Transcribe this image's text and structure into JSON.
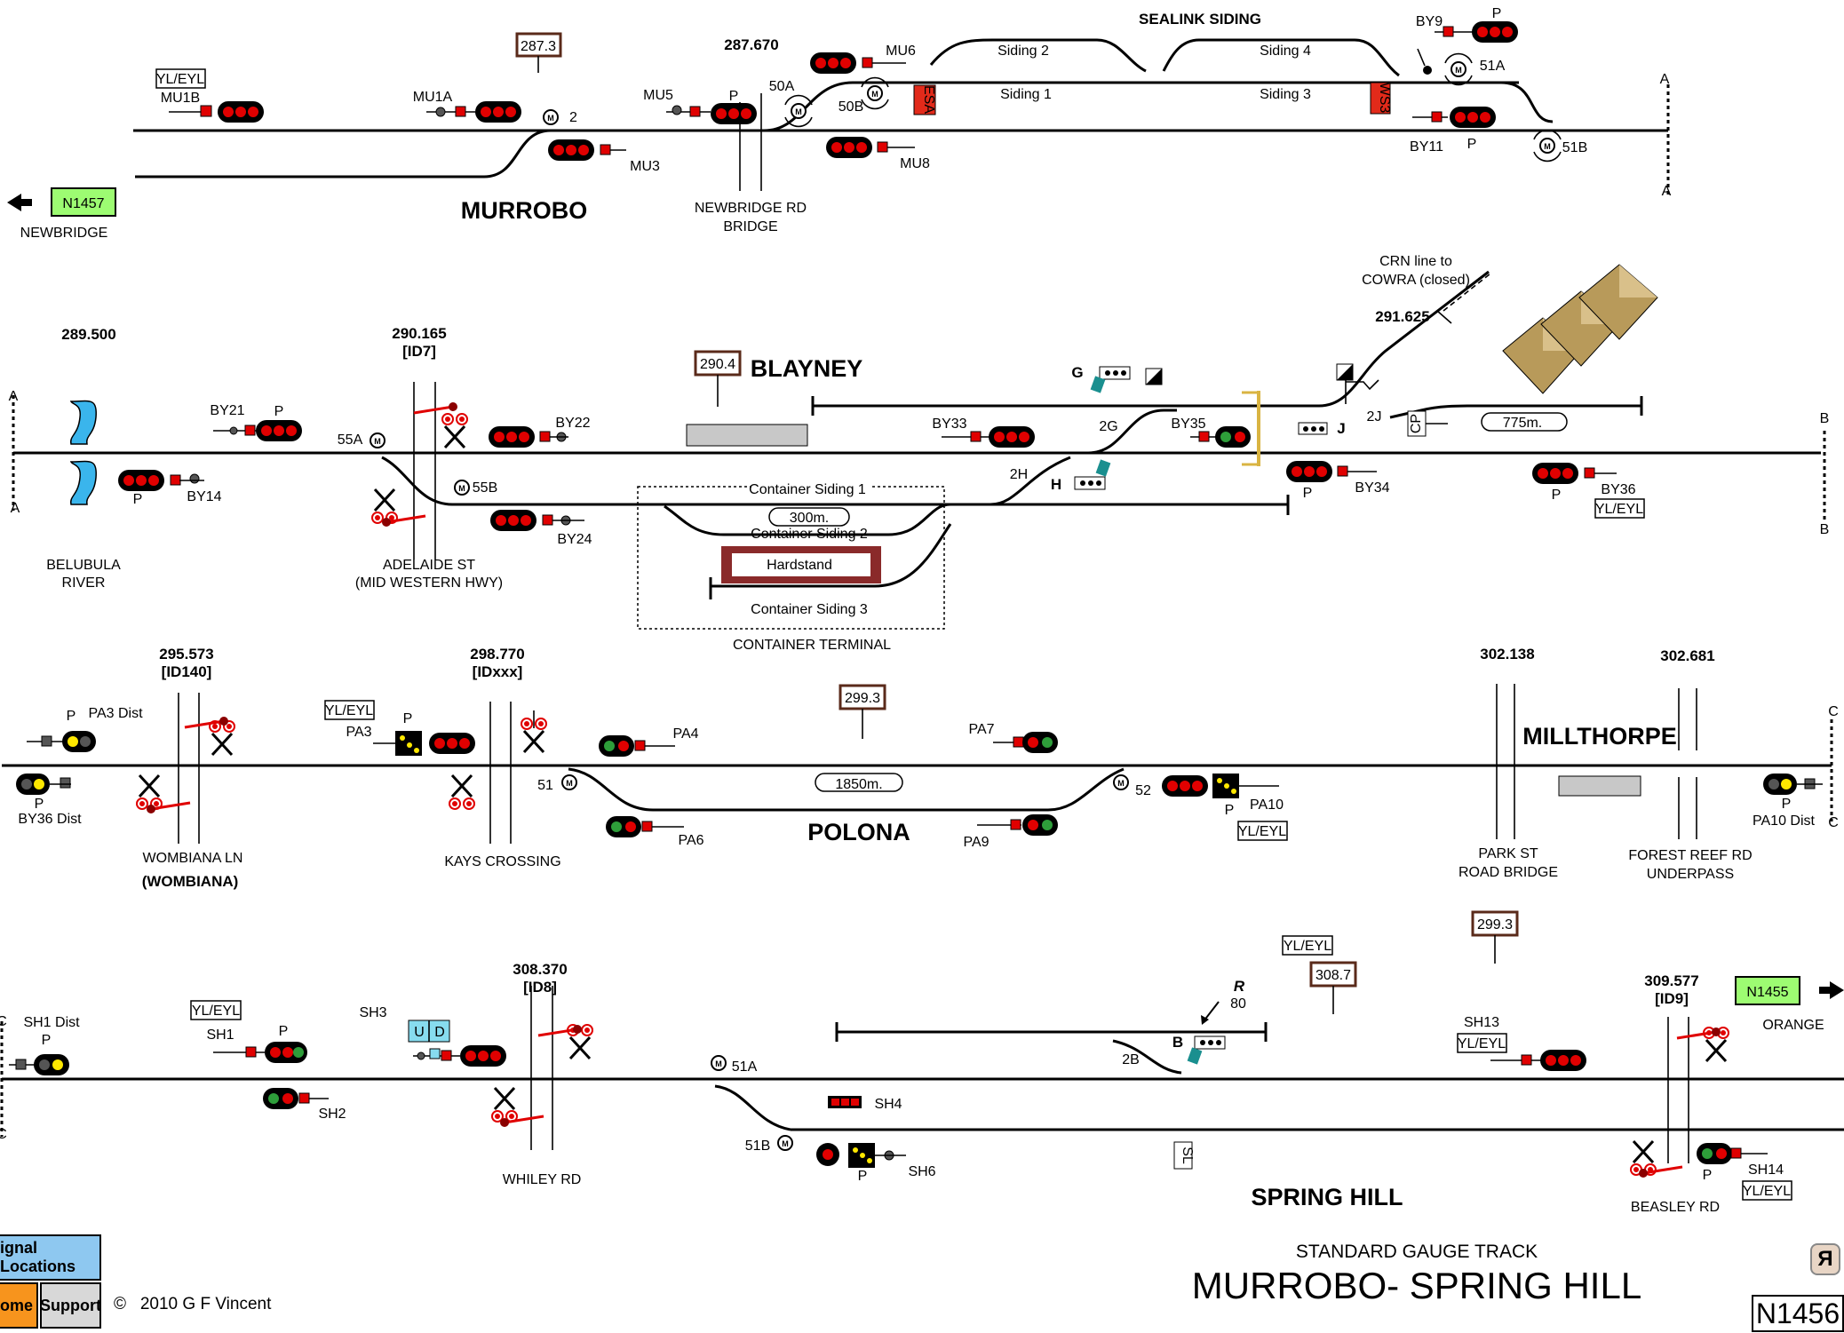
{
  "title": {
    "sub": "STANDARD GAUGE TRACK",
    "main": "MURROBO- SPRING HILL"
  },
  "copyright": "2010 G F Vincent",
  "copyright_symbol": "©",
  "nav": {
    "signal_locations": "ignal Locations",
    "home": "ome",
    "support": "Support",
    "next_sheet": "N1456",
    "reverse_icon": "Я"
  },
  "colors": {
    "signal_red": "#e00000",
    "signal_green": "#2e9e3a",
    "signal_yellow": "#ffe800",
    "river": "#3ab5ec",
    "sheet_green": "#9dfc72",
    "platform": "#c8c8c8",
    "hardstand": "#8a2a2a",
    "building": "#b89a5a",
    "ud_box": "#87dcef",
    "sign_red": "#e22a1a"
  },
  "section1": {
    "station": "MURROBO",
    "km_287_3": "287.3",
    "km_287_670": "287.670",
    "siding_title": "SEALINK SIDING",
    "sidings": {
      "s1": "Siding 1",
      "s2": "Siding 2",
      "s3": "Siding 3",
      "s4": "Siding 4"
    },
    "bridge": {
      "l1": "NEWBRIDGE RD",
      "l2": "BRIDGE"
    },
    "prev_sheet": "N1457",
    "prev_town": "NEWBRIDGE",
    "mu1b_tag": "YL/EYL",
    "end_mark": "A",
    "labels": {
      "mu1b": "MU1B",
      "mu1a": "MU1A",
      "mu5": "MU5",
      "mu6": "MU6",
      "mu3": "MU3",
      "mu8": "MU8",
      "p": "P",
      "m2": "2",
      "p50a": "50A",
      "p50b": "50B",
      "by9": "BY9",
      "p51a": "51A",
      "p51b": "51B",
      "by11": "BY11",
      "esa": "ESA",
      "ws3": "WS3"
    }
  },
  "section2": {
    "station": "BLAYNEY",
    "km_289_500": "289.500",
    "km_290_165": "290.165",
    "id7": "[ID7]",
    "km_290_4": "290.4",
    "km_291_625": "291.625",
    "crn1": "CRN line to",
    "crn2": "COWRA (closed)",
    "river": {
      "l1": "BELUBULA",
      "l2": "RIVER"
    },
    "adelaide": {
      "l1": "ADELAIDE ST",
      "l2": "(MID WESTERN HWY)"
    },
    "container": {
      "c1": "Container Siding 1",
      "c2": "Container Siding 2",
      "c3": "Container Siding 3",
      "hardstand": "Hardstand",
      "len300": "300m.",
      "terminal": "CONTAINER TERMINAL"
    },
    "len775": "775m.",
    "cp": "CP",
    "a": "A",
    "b": "B",
    "labels": {
      "by21": "BY21",
      "by14": "BY14",
      "by22": "BY22",
      "by24": "BY24",
      "by33": "BY33",
      "by35": "BY35",
      "by34": "BY34",
      "by36": "BY36",
      "by36_tag": "YL/EYL",
      "p55a": "55A",
      "p55b": "55B",
      "g": "G",
      "h": "H",
      "j": "J",
      "p2g": "2G",
      "p2h": "2H",
      "p2j": "2J",
      "p": "P"
    }
  },
  "section3": {
    "station_polona": "POLONA",
    "station_millthorpe": "MILLTHORPE",
    "km_295_573": "295.573",
    "id140": "[ID140]",
    "km_298_770": "298.770",
    "idxxx": "[IDxxx]",
    "km_299_3": "299.3",
    "km_302_138": "302.138",
    "km_302_681": "302.681",
    "len1850": "1850m.",
    "wombiana": {
      "l1": "WOMBIANA LN",
      "l2": "(WOMBIANA)"
    },
    "kays": "KAYS CROSSING",
    "park": {
      "l1": "PARK ST",
      "l2": "ROAD BRIDGE"
    },
    "forest": {
      "l1": "FOREST REEF RD",
      "l2": "UNDERPASS"
    },
    "c": "C",
    "labels": {
      "pa3dist": "PA3 Dist",
      "by36dist": "BY36 Dist",
      "pa3": "PA3",
      "pa3_tag": "YL/EYL",
      "pa4": "PA4",
      "pa6": "PA6",
      "pa7": "PA7",
      "pa9": "PA9",
      "pa10": "PA10",
      "pa10_tag": "YL/EYL",
      "pa10dist": "PA10 Dist",
      "p51": "51",
      "p52": "52",
      "p": "P"
    }
  },
  "section4": {
    "station": "SPRING HILL",
    "km_308_370": "308.370",
    "id8": "[ID8]",
    "km_308_7": "308.7",
    "km_299_3": "299.3",
    "km_309_577": "309.577",
    "id9": "[ID9]",
    "next_sheet": "N1455",
    "next_town": "ORANGE",
    "whiley": "WHILEY RD",
    "beasley": "BEASLEY RD",
    "sl": "SL",
    "c": "C",
    "labels": {
      "sh1dist": "SH1 Dist",
      "sh1": "SH1",
      "sh1_tag": "YL/EYL",
      "sh2": "SH2",
      "sh3": "SH3",
      "sh4": "SH4",
      "sh6": "SH6",
      "sh13": "SH13",
      "sh13_tag": "YL/EYL",
      "sh14": "SH14",
      "sh14_tag": "YL/EYL",
      "p51a": "51A",
      "p51b": "51B",
      "b": "B",
      "p2b": "2B",
      "r": "R",
      "r80": "80",
      "tag_308": "YL/EYL",
      "u": "U",
      "d": "D",
      "p": "P"
    }
  }
}
